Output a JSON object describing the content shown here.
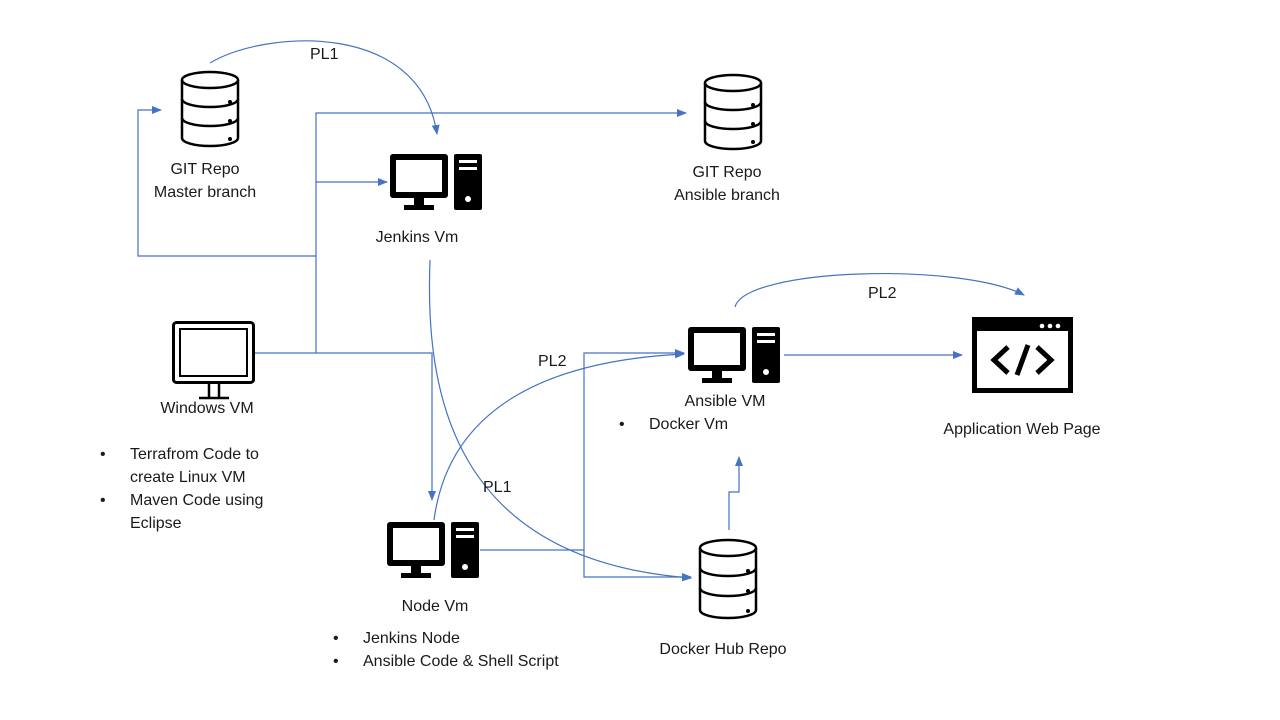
{
  "nodes": {
    "git_master": {
      "title": "GIT Repo",
      "subtitle": "Master branch",
      "icon": "database-icon"
    },
    "git_ansible": {
      "title": "GIT Repo",
      "subtitle": "Ansible branch",
      "icon": "database-icon"
    },
    "jenkins_vm": {
      "title": "Jenkins Vm",
      "icon": "desktop-computer-icon"
    },
    "windows_vm": {
      "title": "Windows VM",
      "icon": "monitor-icon",
      "notes": [
        "Terrafrom Code to",
        "create Linux VM",
        "Maven Code using",
        "Eclipse"
      ]
    },
    "ansible_vm": {
      "title": "Ansible VM",
      "icon": "desktop-computer-icon",
      "notes": [
        "Docker Vm"
      ]
    },
    "node_vm": {
      "title": "Node Vm",
      "icon": "desktop-computer-icon",
      "notes": [
        "Jenkins Node",
        "Ansible Code & Shell Script"
      ]
    },
    "docker_hub": {
      "title": "Docker Hub Repo",
      "icon": "database-icon"
    },
    "web_page": {
      "title": "Application Web Page",
      "icon": "code-window-icon"
    }
  },
  "edge_labels": {
    "pl1_top": "PL1",
    "pl2_top": "PL2",
    "pl2_mid": "PL2",
    "pl1_mid": "PL1"
  },
  "colors": {
    "arrow": "#4472C4",
    "icon": "#000000",
    "text": "#1a1a1a"
  }
}
